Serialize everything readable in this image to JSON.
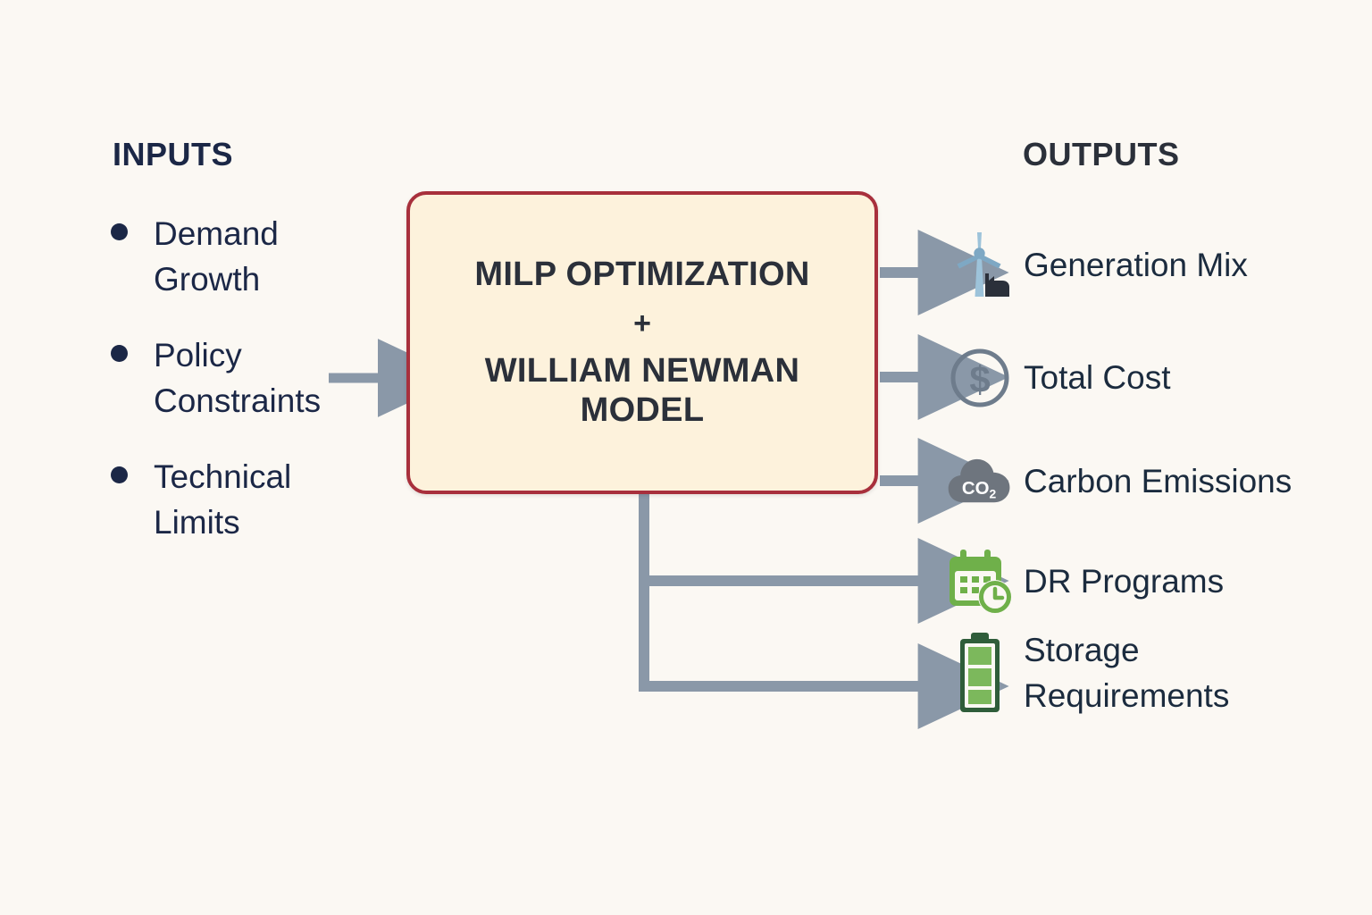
{
  "background_color": "#FBF8F3",
  "inputs": {
    "heading": "INPUTS",
    "bullet_color": "#1B2746",
    "text_color": "#1B2746",
    "items": [
      {
        "label": "Demand\nGrowth",
        "name": "demand-growth"
      },
      {
        "label": "Policy\nConstraints",
        "name": "policy-constraints"
      },
      {
        "label": "Technical\nLimits",
        "name": "technical-limits"
      }
    ]
  },
  "model": {
    "title_line_1": "MILP OPTIMIZATION",
    "plus": "+",
    "title_line_2": "WILLIAM NEWMAN\nMODEL",
    "fill_color": "#FDF2DC",
    "border_color": "#A8303C",
    "text_color": "#2B303A"
  },
  "outputs": {
    "heading": "OUTPUTS",
    "text_color": "#1B2B3E",
    "items": [
      {
        "label": "Generation Mix",
        "icon": "wind-turbine-factory-icon",
        "color": "#7EA8C4"
      },
      {
        "label": "Total Cost",
        "icon": "dollar-coin-icon",
        "color": "#6E7C8C"
      },
      {
        "label": "Carbon Emissions",
        "icon": "co2-cloud-icon",
        "color": "#6E757E",
        "icon_text": "CO₂"
      },
      {
        "label": "DR Programs",
        "icon": "calendar-clock-icon",
        "color": "#6FB04A"
      },
      {
        "label": "Storage\nRequirements",
        "icon": "battery-icon",
        "color": "#7CB85C"
      }
    ]
  },
  "connectors": {
    "color": "#8A98A8",
    "input_arrow": "right-arrow",
    "output_arrows": 5,
    "elbow_branches": 2
  }
}
